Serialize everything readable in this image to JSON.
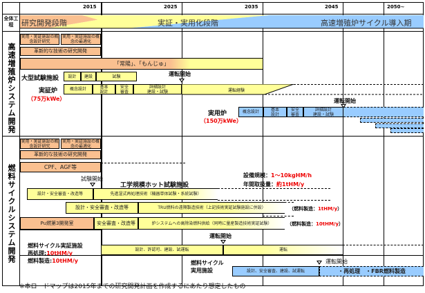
{
  "years": [
    "2015",
    "2025",
    "2035",
    "2045",
    "2050~"
  ],
  "overall": {
    "label": "全体工程",
    "phase1": "研究開発段階",
    "phase2": "実証・実用化段階",
    "phase3": "高速増殖炉サイクル導入期"
  },
  "fbr": {
    "section_label": "高速増殖炉システム開発",
    "concept_study": "実用・実証施設の概念設計研究",
    "concept_opt": "実用・実証施設の概念の最適化",
    "innovative": "革新的な技術の研究開発",
    "joyo_monju": "「常陽」、「もんじゅ」",
    "large_facility": "大型試験施設",
    "lf_design": "設計",
    "lf_build": "建設",
    "lf_test": "試験",
    "op_start": "運転開始",
    "demo": "実証炉",
    "demo_power": "（75万kWe）",
    "d1": "概念設計",
    "d2": "基本\n設計",
    "d3": "安全\n審査",
    "d4": "詳細設計\n建設・試験",
    "d5": "運転経験",
    "commercial": "実用炉",
    "com_power": "（150万kWe）",
    "c1": "概念設計",
    "c2": "基本\n設計",
    "c3": "安全\n審査",
    "c4": "詳細設計\n建設・試験"
  },
  "fuel": {
    "section_label": "燃料サイクルシステム開発",
    "concept_study": "実用・実証施設の概念設計研究",
    "concept_opt": "実用・実証施設の概念の最適化",
    "innovative": "革新的な技術の研究開発",
    "cpf": "CPF、AGF等",
    "test_start": "試験開始",
    "hot_facility": "工学規模ホット試験施設",
    "scale_label": "設備規模：",
    "scale_value": "1～10kgHM/h",
    "annual_label": "年間取扱量：",
    "annual_value": "約1tHM/y",
    "r1a": "設計・安全審査・改造等",
    "r1b": "先進湿式再処理技術（機器単体試験・系統試験）",
    "r2a": "設計・安全審査・改造等",
    "r2b": "TRU燃料の遠隔製造技術（上記技術実証試験施設に併設）",
    "r2c_label": "（燃料製造：",
    "r2c_value": "1tHM/y",
    "r2c_end": "）",
    "r3a": "Pu燃第3開発室",
    "r3b": "安全審査・改造等",
    "r3c": "炉システムへの高除染燃料供給（同時に量産製造技術実証試験）",
    "r3d_label": "（燃料製造：",
    "r3d_value": "10tHM/y",
    "r3d_end": "）",
    "demo_fac": "燃料サイクル実証施設",
    "reproc_label": "再処理:",
    "reproc_value": "10tHM/y",
    "fab_label": "燃料製造:",
    "fab_value": "10tHM/y",
    "op_start": "運転開始",
    "demo_bar1": "設計、許認可、建設、試運転",
    "demo_bar2": "運転",
    "com_fac1": "燃料サイクル",
    "com_fac2": "実用施設",
    "op_start2": "運転開始",
    "com_bar1": "設計、安全審査、建設、試運転",
    "com_bar2": "・再処理　・FBR燃料製造"
  },
  "footnote": "※本ロードマップは2015年までの研究開発計画を作成するにあたり想定したもの"
}
